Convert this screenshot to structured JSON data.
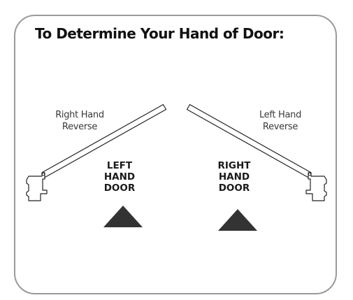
{
  "title": "To Determine Your Hand of Door:",
  "swing_labels": {
    "right_hand_reverse": [
      "Right Hand",
      "Reverse"
    ],
    "left_hand_reverse": [
      "Left Hand",
      "Reverse"
    ]
  },
  "door_labels": {
    "left_hand_door": [
      "LEFT",
      "HAND",
      "DOOR"
    ],
    "right_hand_door": [
      "RIGHT",
      "HAND",
      "DOOR"
    ]
  },
  "colors": {
    "frame_border": "#9a9a9a",
    "triangle": "#333333",
    "door_stroke": "#222222"
  }
}
